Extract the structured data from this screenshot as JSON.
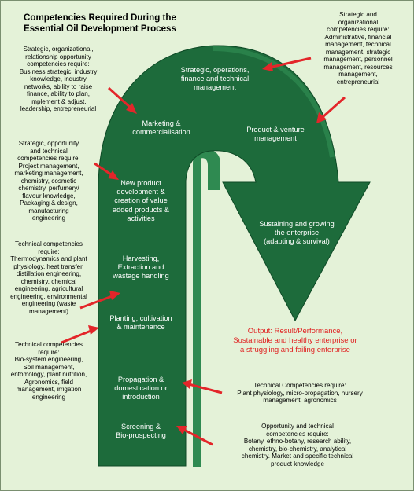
{
  "title": [
    "Competencies Required During the",
    "Essential Oil Development Process"
  ],
  "stages": {
    "strategic_ops": [
      "Strategic, operations,",
      "finance and technical",
      "management"
    ],
    "marketing": [
      "Marketing &",
      "commercialisation"
    ],
    "product_venture": [
      "Product & venture",
      "management"
    ],
    "new_product": [
      "New product",
      "development &",
      "creation of value",
      "added products &",
      "activities"
    ],
    "sustaining": [
      "Sustaining and growing",
      "the enterprise",
      "(adapting & survival)"
    ],
    "harvesting": [
      "Harvesting,",
      "Extraction and",
      "wastage handling"
    ],
    "planting": [
      "Planting, cultivation",
      "& maintenance"
    ],
    "propagation": [
      "Propagation &",
      "domestication or",
      "introduction"
    ],
    "screening": [
      "Screening &",
      "Bio-prospecting"
    ]
  },
  "notes": {
    "strategic_org": [
      "Strategic, organizational,",
      "relationship opportunity",
      "competencies require:",
      "Business strategic, industry",
      "knowledge, industry",
      "networks, ability to raise",
      "finance, ability to plan,",
      "implement & adjust,",
      "leadership, entrepreneurial"
    ],
    "strategic_top": [
      "Strategic and",
      "organizational",
      "competencies require:",
      "Administrative, financial",
      "management, technical",
      "management, strategic",
      "management, personnel",
      "management, resources",
      "management,",
      "entrepreneurial"
    ],
    "strategic_tech": [
      "Strategic, opportunity",
      "and technical",
      "competencies require:",
      "Project management,",
      "marketing management,",
      "chemistry, cosmetic",
      "chemistry, perfumery/",
      "flavour knowledge,",
      "Packaging & design,",
      "manufacturing",
      "engineering"
    ],
    "technical_1": [
      "Technical competencies",
      "require:",
      "Thermodynamics and plant",
      "physiology, heat transfer,",
      "distillation engineering,",
      "chemistry, chemical",
      "engineering, agricultural",
      "engineering, environmental",
      "engineering (waste",
      "management)"
    ],
    "technical_2": [
      "Technical competencies",
      "require:",
      "Bio-system engineering,",
      "Soil management,",
      "entomology, plant nutrition,",
      "Agronomics, field",
      "management, irrigation",
      "engineering"
    ],
    "technical_3": [
      "Technical Competencies require:",
      "Plant physiology, micro-propagation, nursery",
      "management, agronomics"
    ],
    "opportunity_tech": [
      "Opportunity and technical",
      "competencies require:",
      "Botany, ethno-botany, research ability,",
      "chemistry, bio-chemistry, analytical",
      "chemistry. Market and specific technical",
      "product knowledge"
    ]
  },
  "output": [
    "Output: Result/Performance,",
    "Sustainable and healthy enterprise or",
    "a struggling and failing enterprise"
  ],
  "colors": {
    "background": "#e4f2d8",
    "arrow_face": "#1d6b3b",
    "arrow_side": "#2f8a51",
    "arrow_edge": "#0e4a26",
    "pointer": "#e3262a",
    "output_text": "#e01f1f"
  }
}
